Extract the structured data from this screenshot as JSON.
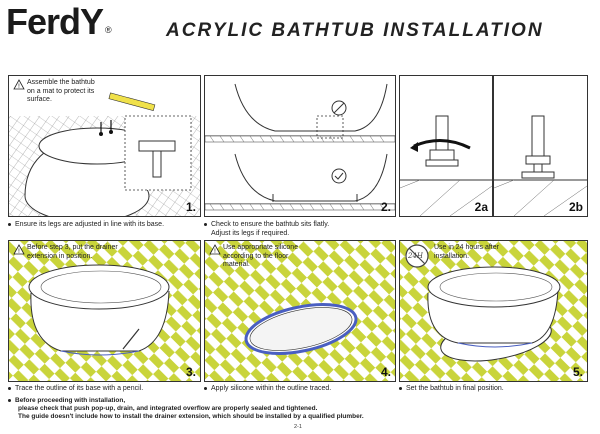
{
  "brand": {
    "name": "FerdY",
    "reg": "®"
  },
  "title": "ACRYLIC BATHTUB INSTALLATION",
  "steps": [
    {
      "id": "1",
      "number": "1.",
      "note": "Assemble the bathtub on a mat to protect its surface.",
      "caption": "Ensure its legs are adjusted in line with its base."
    },
    {
      "id": "2",
      "number": "2.",
      "caption_line1": "Check to ensure the bathtub sits flatly.",
      "caption_line2": "Adjust its legs if required."
    },
    {
      "id": "2a",
      "number": "2a"
    },
    {
      "id": "2b",
      "number": "2b"
    },
    {
      "id": "3",
      "number": "3.",
      "note": "Before step 3, put the drainer extension in position.",
      "caption": "Trace the outline of its base with a pencil."
    },
    {
      "id": "4",
      "number": "4.",
      "note": "Use appropriate silicone according to the floor material.",
      "caption": "Apply silicone within the outline traced."
    },
    {
      "id": "5",
      "number": "5.",
      "note": "Use in 24 hours after installation.",
      "badge": "24H",
      "caption": "Set the bathtub in final position."
    }
  ],
  "footnote": {
    "line1": "Before proceeding with installation,",
    "line2": "please check that push pop-up, drain, and integrated overflow are properly sealed and tightened.",
    "line3": "The guide doesn't include how to install the drainer extension, which should be installed by a qualified plumber."
  },
  "page": "2-1",
  "colors": {
    "tile": "#c9d43b",
    "line": "#333333",
    "accent_blue": "#4a5fc1",
    "highlight": "#f0e14a"
  }
}
